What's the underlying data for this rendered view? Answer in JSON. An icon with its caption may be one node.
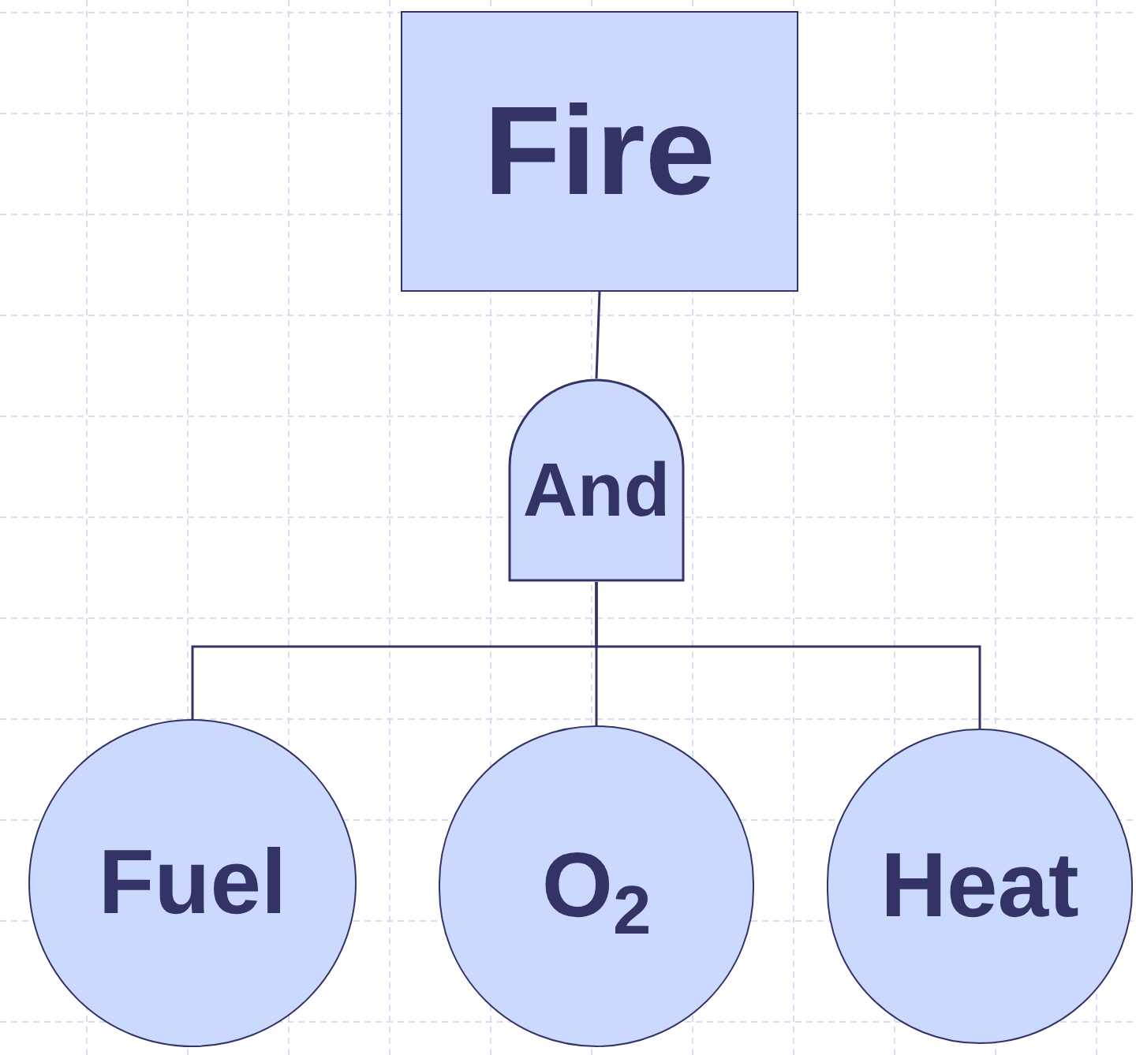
{
  "diagram": {
    "nodes": [
      {
        "text": [
          "Fire"
        ]
      },
      {
        "text": [
          "And"
        ]
      },
      {
        "text": [
          "Fuel"
        ]
      },
      {
        "text": [
          "O$_{2}$"
        ]
      },
      {
        "text": [
          "Heat"
        ]
      }
    ],
    "edges": [
      {
        "from": 0,
        "to": 1,
        "arrow": "none"
      },
      {
        "from": 1,
        "to": 2,
        "arrow": "none"
      },
      {
        "from": 1,
        "to": 3,
        "arrow": "none"
      },
      {
        "from": 1,
        "to": 4,
        "arrow": "none"
      }
    ]
  }
}
